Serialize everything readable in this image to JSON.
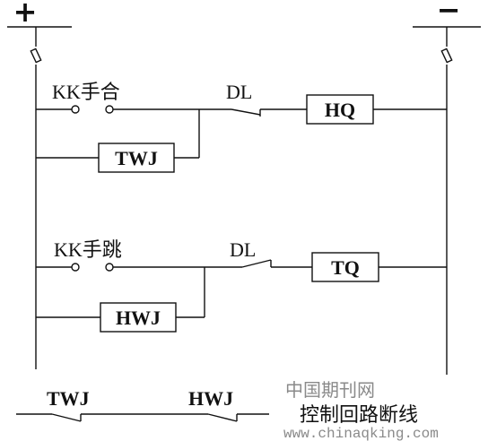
{
  "rails": {
    "positive_symbol": "+",
    "negative_symbol": "−"
  },
  "closing_circuit": {
    "switch_label": "KK手合",
    "contact_label": "DL",
    "coil_label": "HQ",
    "relay_label": "TWJ"
  },
  "tripping_circuit": {
    "switch_label": "KK手跳",
    "contact_label": "DL",
    "coil_label": "TQ",
    "relay_label": "HWJ"
  },
  "alarm": {
    "contact_a_label": "TWJ",
    "contact_b_label": "HWJ",
    "caption": "控制回路断线"
  },
  "watermark": {
    "line1": "中国期刊网",
    "line2": "www.chinaqking.com"
  },
  "colors": {
    "line": "#111111",
    "watermark": "#8a8a8a"
  }
}
